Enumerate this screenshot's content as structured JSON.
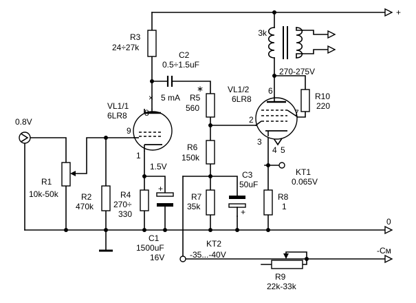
{
  "components": {
    "R1": {
      "ref": "R1",
      "value": "10k-50k"
    },
    "R2": {
      "ref": "R2",
      "value": "470k"
    },
    "R3": {
      "ref": "R3",
      "value": "24÷27k"
    },
    "R4": {
      "ref": "R4",
      "value1": "270÷",
      "value2": "330"
    },
    "R5": {
      "ref": "R5",
      "value": "560"
    },
    "R6": {
      "ref": "R6",
      "value": "150k"
    },
    "R7": {
      "ref": "R7",
      "value": "35k"
    },
    "R8": {
      "ref": "R8",
      "value": "1"
    },
    "R9": {
      "ref": "R9",
      "value": "22k-33k"
    },
    "R10": {
      "ref": "R10",
      "value": "220"
    },
    "C1": {
      "ref": "C1",
      "value": "1500uF",
      "voltage": "16V"
    },
    "C2": {
      "ref": "C2",
      "value": "0.5÷1.5uF"
    },
    "C3": {
      "ref": "C3",
      "value": "50uF"
    },
    "VL1_1": {
      "ref": "VL1/1",
      "type": "6LR8"
    },
    "VL1_2": {
      "ref": "VL1/2",
      "type": "6LR8"
    },
    "T1": {
      "winding": "3k",
      "voltage": "270-275V"
    }
  },
  "pins": {
    "vl1_grid": "9",
    "vl1_anode": "8",
    "vl1_cathode": "1",
    "vl2_anode": "6",
    "vl2_grid": "2",
    "vl2_screen": "7",
    "vl2_cathode": "3",
    "vl2_h1": "4",
    "vl2_h2": "5"
  },
  "labels": {
    "input_voltage": "0.8V",
    "current": "5 mA",
    "cathode_voltage": "1.5V",
    "kt1": "KT1",
    "kt1_voltage": "0.065V",
    "kt2": "KT2",
    "kt2_voltage": "-35...-40V",
    "plus": "+",
    "zero": "0",
    "minus": "-Cм",
    "marker_x": "×",
    "marker_star": "∗",
    "plus_sign": "+"
  }
}
